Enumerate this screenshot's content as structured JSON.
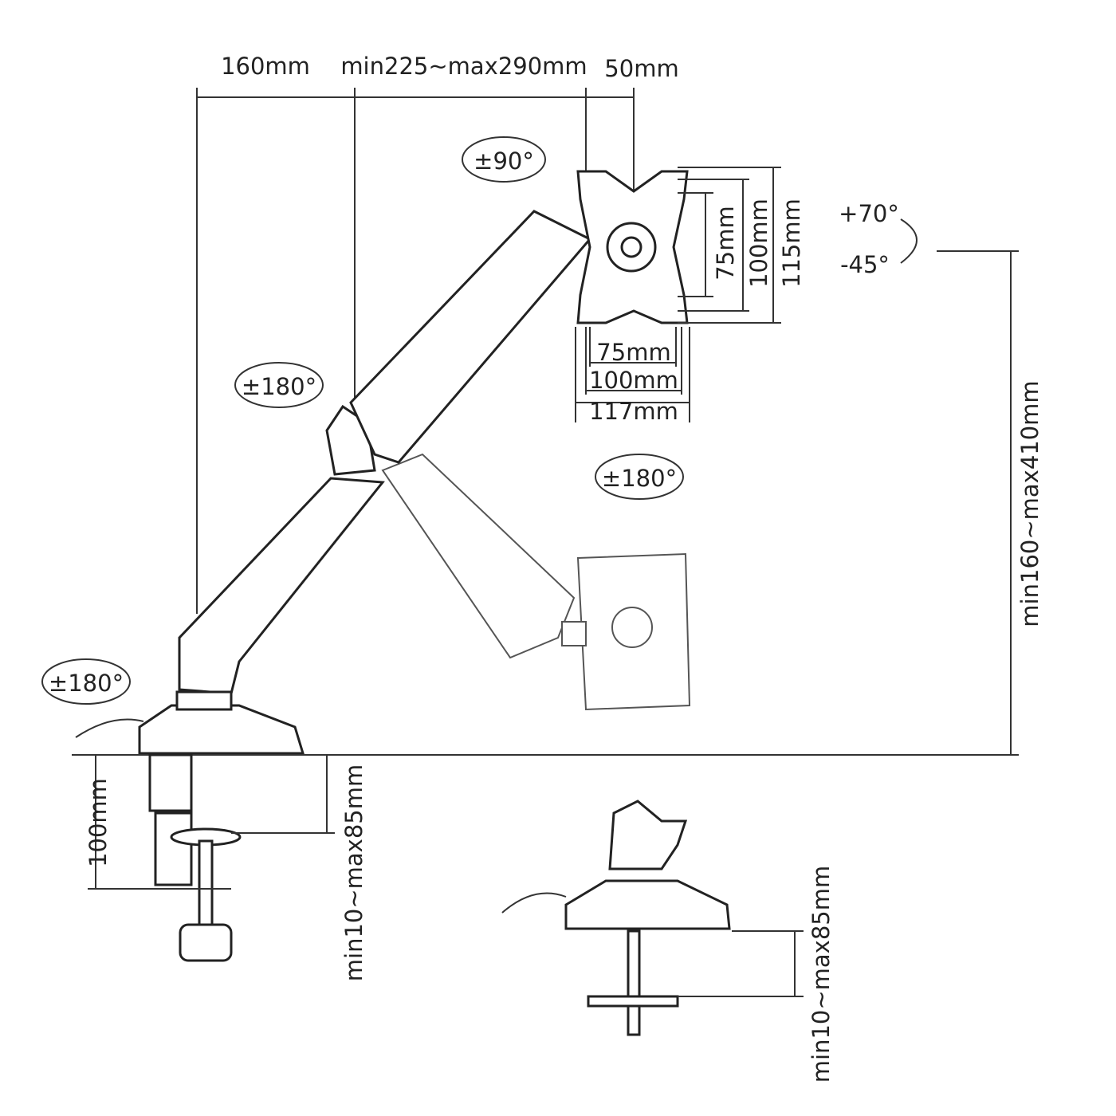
{
  "dimensions": {
    "top_left": "160mm",
    "top_middle": "min225~max290mm",
    "top_right": "50mm",
    "vesa_height_75": "75mm",
    "vesa_height_100": "100mm",
    "vesa_height_115": "115mm",
    "vesa_width_75": "75mm",
    "vesa_width_100": "100mm",
    "vesa_width_117": "117mm",
    "height_range": "min160~max410mm",
    "clamp_depth": "100mm",
    "clamp_range": "min10~max85mm",
    "grommet_range": "min10~max85mm"
  },
  "rotations": {
    "head_rotation": "±90°",
    "arm_rotation": "±180°",
    "swivel_rotation": "±180°",
    "base_rotation": "±180°",
    "tilt_up": "+70°",
    "tilt_down": "-45°"
  }
}
